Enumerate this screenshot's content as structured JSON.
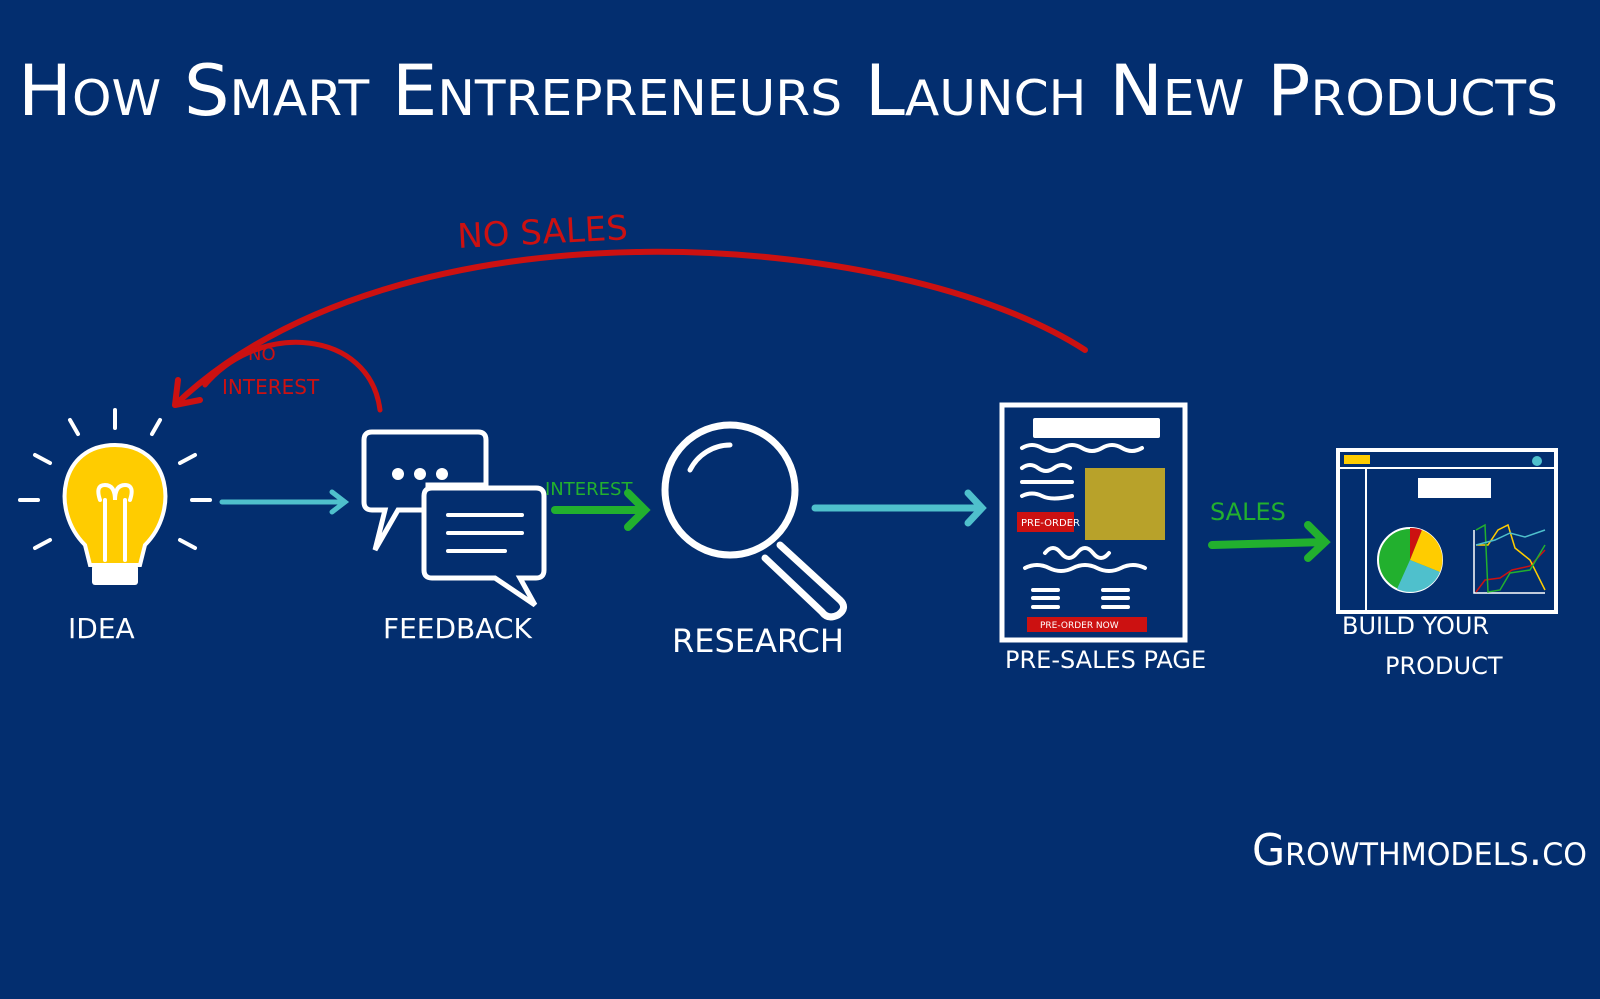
{
  "title": "How Smart Entrepreneurs Launch New Products",
  "steps": {
    "idea": "IDEA",
    "feedback": "FEEDBACK",
    "research": "RESEARCH",
    "presales": "PRE-SALES PAGE",
    "build_line1": "BUILD YOUR",
    "build_line2": "PRODUCT"
  },
  "arrows": {
    "no_sales": "NO SALES",
    "no_interest_1": "NO",
    "no_interest_2": "INTEREST",
    "interest": "INTEREST",
    "sales": "SALES"
  },
  "presales_page": {
    "preorder_badge": "PRE-ORDER",
    "preorder_button": "PRE-ORDER NOW"
  },
  "brand": "Growthmodels.co",
  "colors": {
    "background": "#032e6f",
    "red": "#cc1111",
    "green": "#22b02e",
    "teal": "#4fc0cc",
    "yellow": "#ffcc00",
    "olive": "#b8a22a"
  }
}
